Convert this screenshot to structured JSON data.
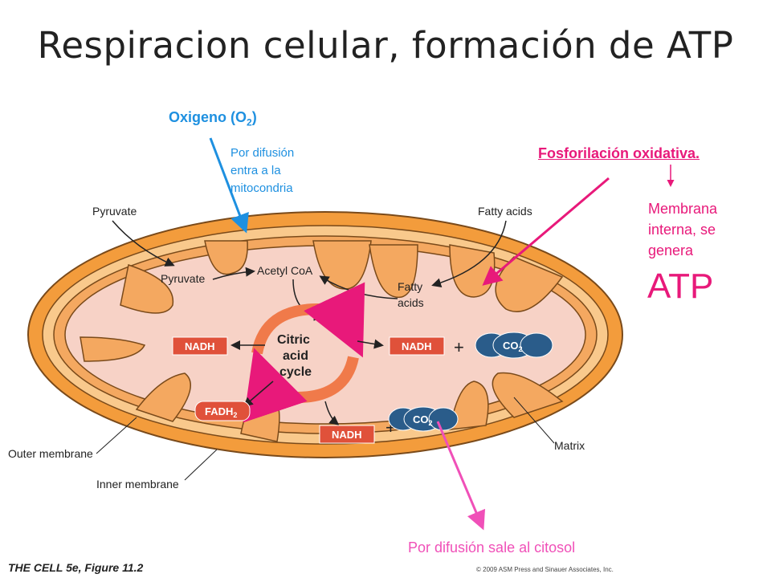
{
  "title": "Respiracion celular, formación de ATP",
  "oxygen_label": "Oxigeno (O",
  "oxygen_sub": "2",
  "oxygen_close": ")",
  "diffusion_in": [
    "Por difusión",
    "entra a la",
    "mitocondria"
  ],
  "oxphos_label": "Fosforilación oxidativa.",
  "membrane_text": [
    "Membrana",
    "interna, se",
    "genera"
  ],
  "atp_label": "ATP",
  "diffusion_out": "Por difusión sale al citosol",
  "diagram": {
    "pyruvate_outside": "Pyruvate",
    "pyruvate_inside": "Pyruvate",
    "acetyl_coa": "Acetyl CoA",
    "fatty_acids_outside": "Fatty acids",
    "fatty_acids_inside_1": "Fatty",
    "fatty_acids_inside_2": "acids",
    "cycle_1": "Citric",
    "cycle_2": "acid",
    "cycle_3": "cycle",
    "nadh": "NADH",
    "fadh2": "FADH",
    "fadh2_sub": "2",
    "co2": "CO",
    "co2_sub": "2",
    "plus": "+",
    "matrix": "Matrix",
    "outer_membrane": "Outer membrane",
    "inner_membrane": "Inner membrane"
  },
  "caption": "THE CELL 5e, Figure 11.2",
  "copyright": "© 2009 ASM Press and Sinauer Associates, Inc.",
  "colors": {
    "blue": "#1e90e0",
    "pink": "#e8197a",
    "outer": "#f39c3c",
    "inner": "#f7b870",
    "matrix": "#f7d2c6",
    "nadh_box": "#e0513a",
    "co2": "#2a5c8a"
  }
}
